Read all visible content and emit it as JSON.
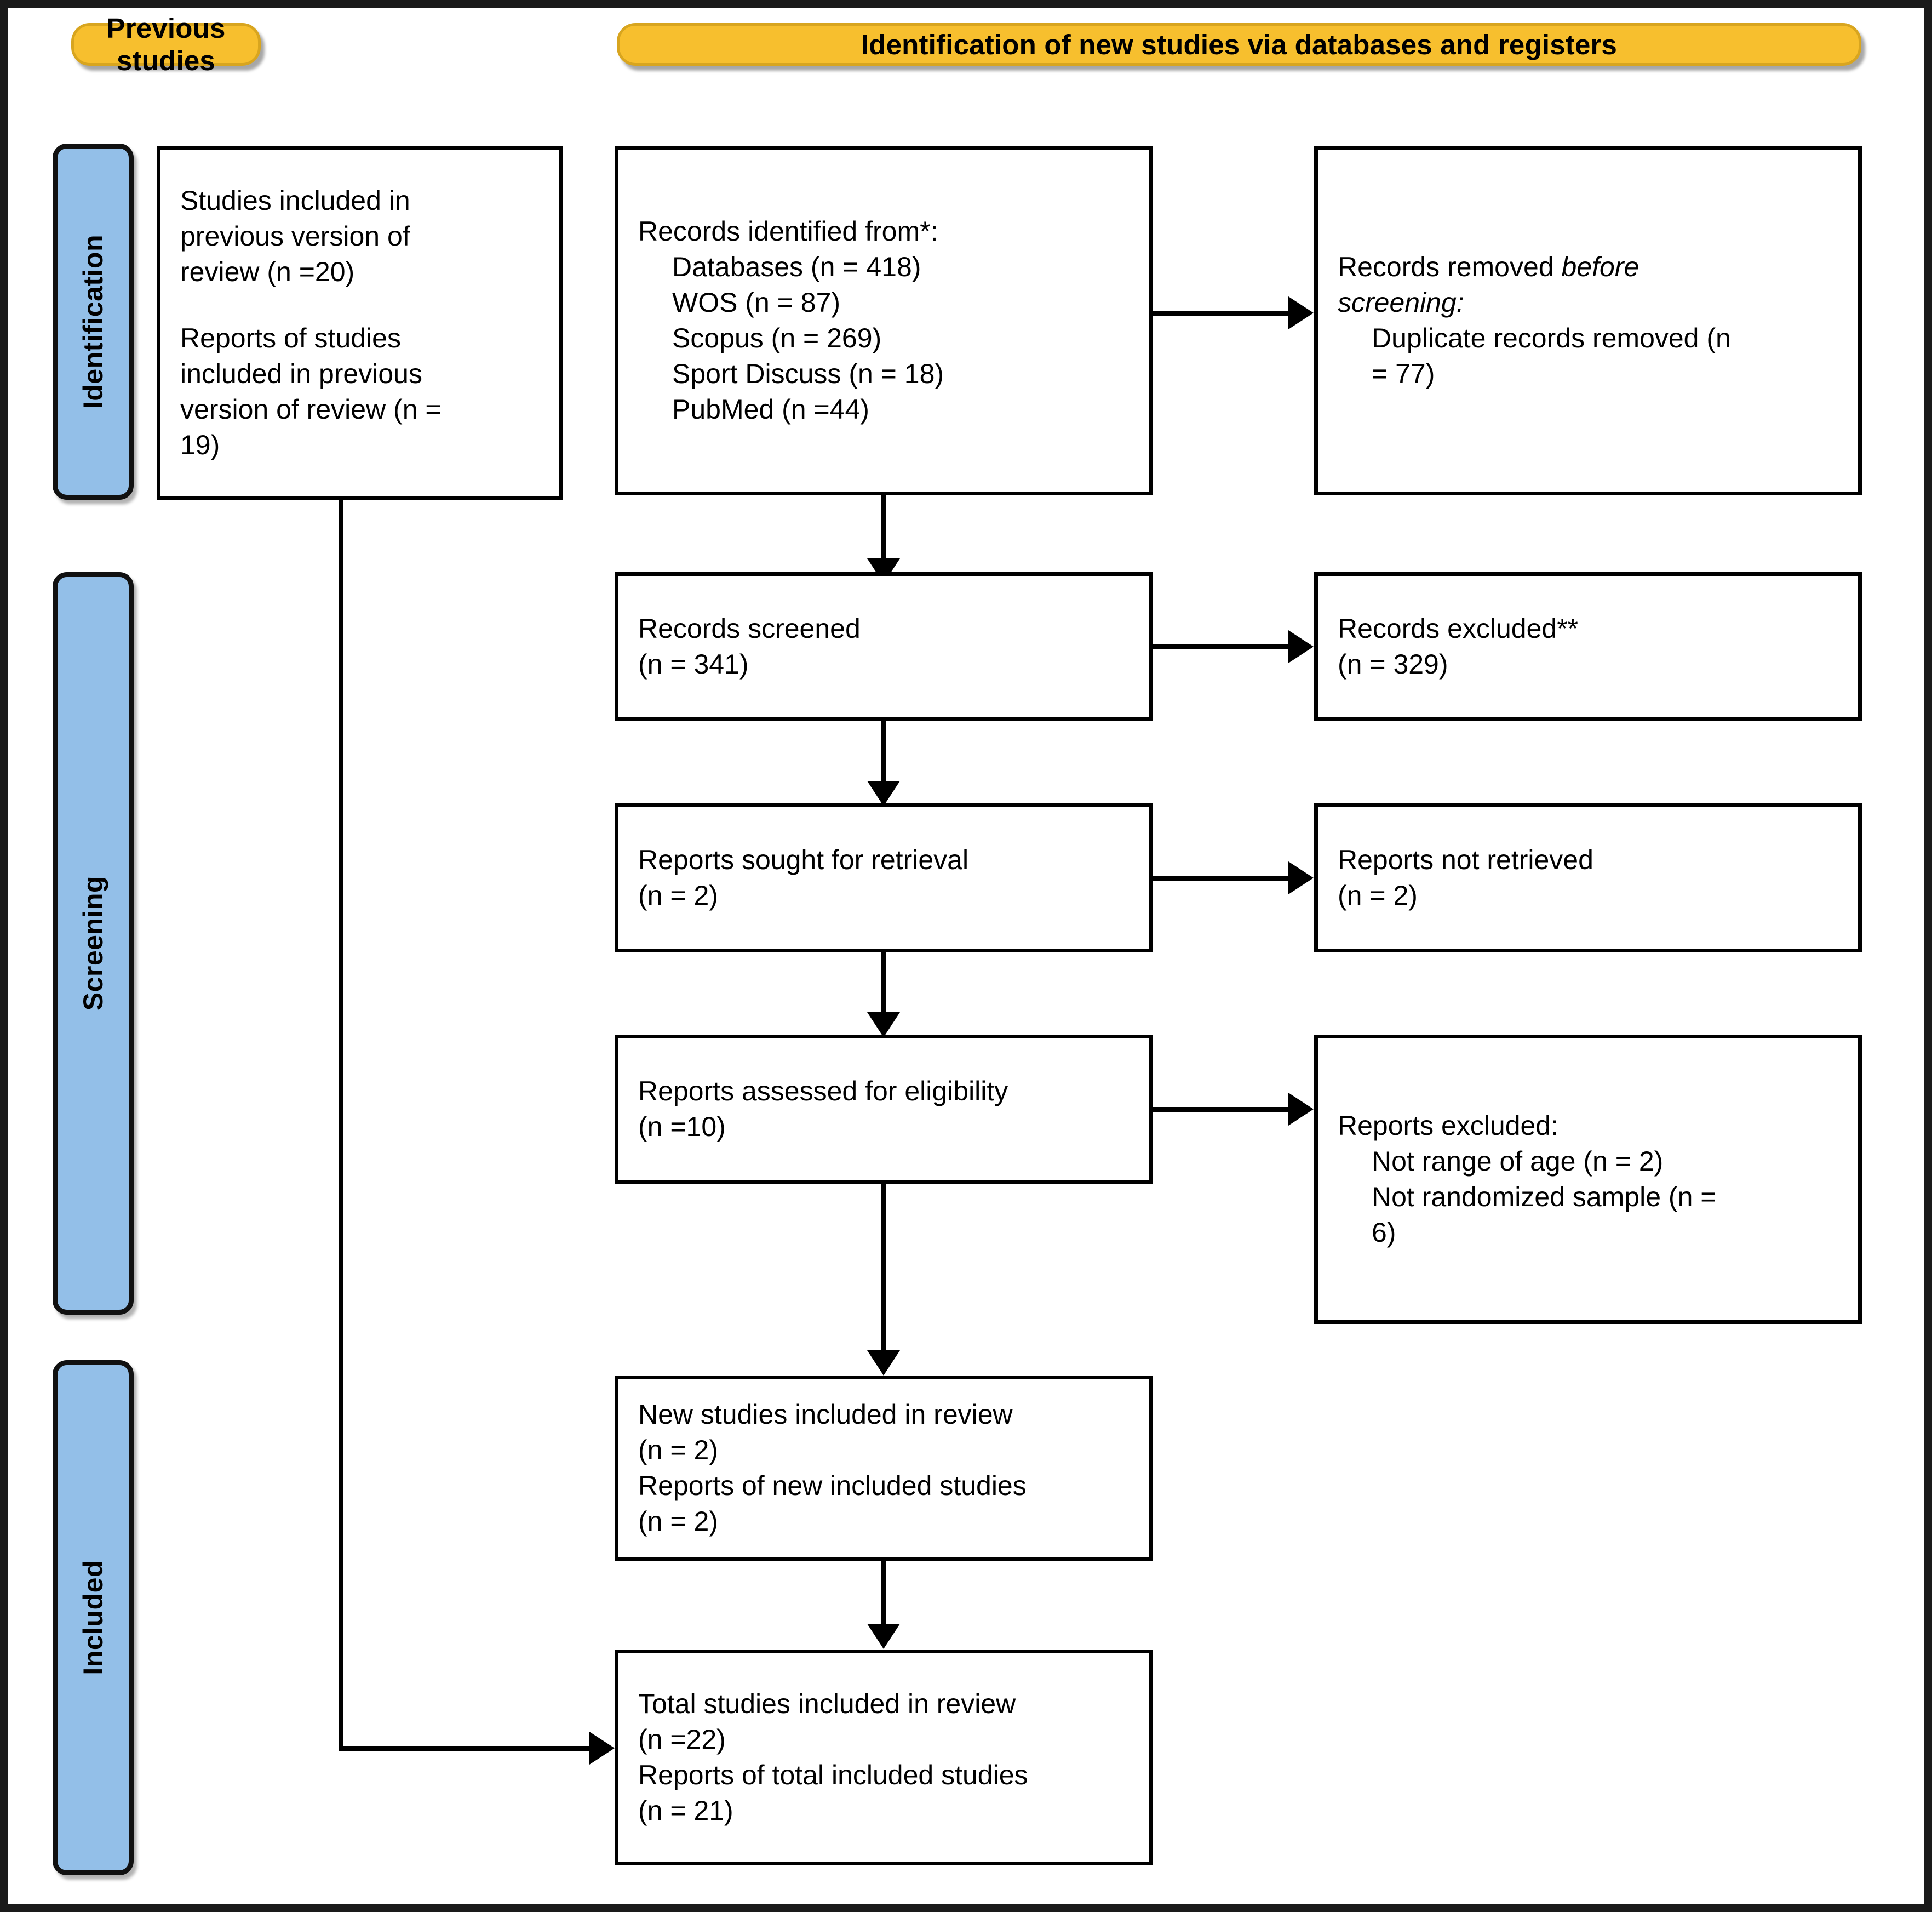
{
  "diagram": {
    "type": "PRISMA 2020 flow diagram (updated review)",
    "colors": {
      "banner_fill": "#F7BF2E",
      "banner_border": "#D8A51F",
      "stagebar_fill": "#93BFE8",
      "stagebar_border": "#111111",
      "box_border": "#000000",
      "box_fill": "#FFFFFF",
      "outer_border": "#1A1A1A"
    }
  },
  "banners": {
    "previous": "Previous studies",
    "new": "Identification of new studies via databases and registers"
  },
  "stages": [
    {
      "key": "identification",
      "label": "Identification"
    },
    {
      "key": "screening",
      "label": "Screening"
    },
    {
      "key": "included",
      "label": "Included"
    }
  ],
  "boxes": {
    "previous_studies": {
      "lines": [
        "Studies included in",
        "previous version of",
        "review (n =20)",
        "",
        "Reports of studies",
        "included in previous",
        "version of review (n =",
        "19)"
      ]
    },
    "records_identified": {
      "lines": [
        {
          "text": "Records identified from*:",
          "indent": false
        },
        {
          "text": "Databases (n = 418)",
          "indent": true
        },
        {
          "text": "WOS (n = 87)",
          "indent": true
        },
        {
          "text": "Scopus (n = 269)",
          "indent": true
        },
        {
          "text": "Sport Discuss (n = 18)",
          "indent": true
        },
        {
          "text": "PubMed (n =44)",
          "indent": true
        }
      ]
    },
    "records_removed": {
      "lines": [
        {
          "text": "Records removed ",
          "indent": false,
          "italic_tail": "before"
        },
        {
          "text": "screening:",
          "indent": false,
          "italic": true
        },
        {
          "text": "Duplicate records removed (n",
          "indent": true
        },
        {
          "text": "= 77)",
          "indent": true
        }
      ]
    },
    "records_screened": {
      "lines": [
        {
          "text": "Records screened",
          "indent": false
        },
        {
          "text": "(n = 341)",
          "indent": false
        }
      ]
    },
    "records_excluded": {
      "lines": [
        {
          "text": "Records excluded**",
          "indent": false
        },
        {
          "text": "(n = 329)",
          "indent": false
        }
      ]
    },
    "reports_sought": {
      "lines": [
        {
          "text": "Reports sought for retrieval",
          "indent": false
        },
        {
          "text": "(n = 2)",
          "indent": false
        }
      ]
    },
    "reports_not_retrieved": {
      "lines": [
        {
          "text": "Reports not retrieved",
          "indent": false
        },
        {
          "text": "(n = 2)",
          "indent": false
        }
      ]
    },
    "reports_assessed": {
      "lines": [
        {
          "text": "Reports assessed for eligibility",
          "indent": false
        },
        {
          "text": "(n =10)",
          "indent": false
        }
      ]
    },
    "reports_excluded": {
      "lines": [
        {
          "text": "Reports excluded:",
          "indent": false
        },
        {
          "text": "Not range of age (n = 2)",
          "indent": true
        },
        {
          "text": "Not randomized sample (n =",
          "indent": true
        },
        {
          "text": "6)",
          "indent": true
        }
      ]
    },
    "new_studies_included": {
      "lines": [
        {
          "text": "New studies included in review",
          "indent": false
        },
        {
          "text": "(n = 2)",
          "indent": false
        },
        {
          "text": "Reports of new included studies",
          "indent": false
        },
        {
          "text": "(n = 2)",
          "indent": false
        }
      ]
    },
    "total_studies_included": {
      "lines": [
        {
          "text": "Total studies included in review",
          "indent": false
        },
        {
          "text": "(n =22)",
          "indent": false
        },
        {
          "text": "Reports of total included studies",
          "indent": false
        },
        {
          "text": "(n = 21)",
          "indent": false
        }
      ]
    }
  },
  "counts": {
    "previous_studies_included": 20,
    "previous_reports_included": 19,
    "databases_total": 418,
    "wos": 87,
    "scopus": 269,
    "sport_discuss": 18,
    "pubmed": 44,
    "duplicates_removed": 77,
    "records_screened": 341,
    "records_excluded": 329,
    "reports_sought": 2,
    "reports_not_retrieved": 2,
    "reports_assessed": 10,
    "excluded_not_range_of_age": 2,
    "excluded_not_randomized_sample": 6,
    "new_studies_included": 2,
    "new_reports_included": 2,
    "total_studies_included": 22,
    "total_reports_included": 21
  }
}
